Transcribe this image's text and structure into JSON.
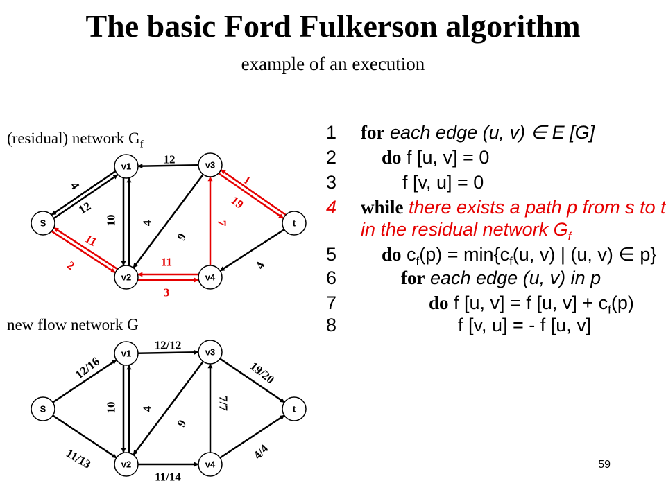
{
  "title": "The basic Ford Fulkerson algorithm",
  "subtitle": "example of an execution",
  "residual_label": "(residual) network G",
  "residual_label_sub": "f",
  "flow_label": "new flow network G",
  "slide_number": "59",
  "colors": {
    "highlight": "#e60000",
    "ink": "#000000"
  },
  "residual_graph": {
    "nodes": {
      "s": "S",
      "v1": "v1",
      "v2": "v2",
      "v3": "v3",
      "v4": "v4",
      "t": "t"
    },
    "edges": [
      {
        "id": "v3-v1",
        "label": "12",
        "highlight": false
      },
      {
        "id": "s-v1",
        "label": "4",
        "highlight": false
      },
      {
        "id": "v1-s",
        "label": "12",
        "highlight": false
      },
      {
        "id": "v1-v2",
        "label": "10",
        "highlight": false
      },
      {
        "id": "v2-v1",
        "label": "4",
        "highlight": false
      },
      {
        "id": "v3-v2",
        "label": "9",
        "highlight": false
      },
      {
        "id": "v2-s",
        "label": "11",
        "highlight": true
      },
      {
        "id": "s-v2",
        "label": "2",
        "highlight": true
      },
      {
        "id": "v2-v4",
        "label": "11",
        "highlight": true
      },
      {
        "id": "v4-v2",
        "label": "3",
        "highlight": true
      },
      {
        "id": "v4-v3",
        "label": "7",
        "highlight": true
      },
      {
        "id": "t-v3",
        "label": "1",
        "highlight": true
      },
      {
        "id": "v3-t",
        "label": "19",
        "highlight": true
      },
      {
        "id": "t-v4",
        "label": "4",
        "highlight": false
      }
    ]
  },
  "flow_graph": {
    "nodes": {
      "s": "S",
      "v1": "v1",
      "v2": "v2",
      "v3": "v3",
      "v4": "v4",
      "t": "t"
    },
    "edges": [
      {
        "id": "s-v1",
        "label": "12/16"
      },
      {
        "id": "v1-v3",
        "label": "12/12"
      },
      {
        "id": "v3-t",
        "label": "19/20"
      },
      {
        "id": "v1-v2",
        "label": "10"
      },
      {
        "id": "v2-v1",
        "label": "4"
      },
      {
        "id": "v3-v2",
        "label": "9"
      },
      {
        "id": "v4-v3",
        "label": "7/7"
      },
      {
        "id": "s-v2",
        "label": "11/13"
      },
      {
        "id": "v2-v4",
        "label": "11/14"
      },
      {
        "id": "v4-t",
        "label": "4/4"
      }
    ]
  },
  "algorithm": [
    {
      "num": "1",
      "kw": "for",
      "text": " each edge (u, v) ∈ E [G]",
      "italic": true,
      "red": false
    },
    {
      "num": "2",
      "kw": "do",
      "text": " f [u, v] = 0",
      "italic": false,
      "red": false
    },
    {
      "num": "3",
      "kw": "",
      "text": "f [v, u] = 0",
      "italic": false,
      "red": false
    },
    {
      "num": "4",
      "kw": "while",
      "text": " there exists a path p from s to t",
      "italic": true,
      "red": true
    },
    {
      "num": "",
      "kw": "",
      "text": "in the residual network G",
      "sub": "f",
      "italic": true,
      "red": true
    },
    {
      "num": "5",
      "kw": "do",
      "text": " c",
      "sub": "f",
      "text2": "(p) = min{c",
      "sub2": "f",
      "text3": "(u, v) | (u, v) ∈ p}",
      "italic": false,
      "red": false
    },
    {
      "num": "6",
      "kw": "for",
      "text": " each edge (u, v) in p",
      "italic": true,
      "red": false
    },
    {
      "num": "7",
      "kw": "do",
      "text": " f [u, v] = f [u, v] + c",
      "sub": "f",
      "text2": "(p)",
      "italic": false,
      "red": false
    },
    {
      "num": "8",
      "kw": "",
      "text": "f [v, u] = - f [u, v]",
      "italic": false,
      "red": false
    }
  ]
}
